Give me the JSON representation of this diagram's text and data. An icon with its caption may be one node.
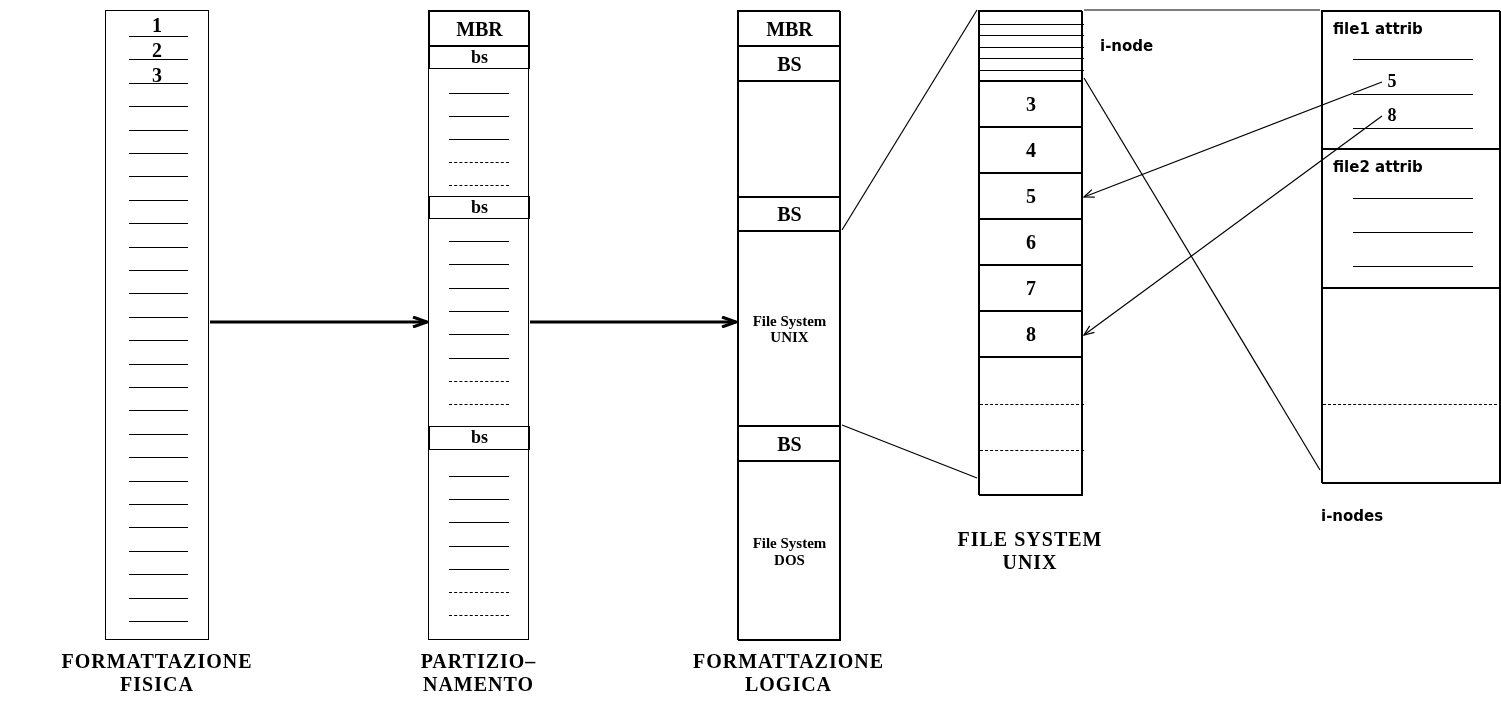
{
  "diagram": {
    "nodes": [
      {
        "text": [
          "1",
          "2",
          "3"
        ],
        "beside": [
          "FORMATTAZIONE FISICA"
        ]
      },
      {
        "text": [],
        "shape": "box",
        "beside": [
          "PARTIZIO– NAMENTO"
        ]
      },
      {
        "text": [
          "MBR"
        ],
        "in": 1
      },
      {
        "text": [
          "bs"
        ],
        "in": 1
      },
      {
        "text": [
          "bs"
        ],
        "in": 1
      },
      {
        "text": [
          "bs"
        ],
        "in": 1
      },
      {
        "text": [],
        "shape": "box",
        "beside": [
          "FORMATTAZIONE LOGICA"
        ]
      },
      {
        "text": [
          "MBR"
        ],
        "in": 6
      },
      {
        "text": [
          "BS"
        ],
        "in": 6
      },
      {
        "text": [],
        "shape": "box",
        "in": 6
      },
      {
        "text": [
          "BS"
        ],
        "in": 6
      },
      {
        "text": [
          "File System UNIX"
        ],
        "in": 6
      },
      {
        "text": [
          "BS"
        ],
        "in": 6
      },
      {
        "text": [
          "File System DOS"
        ],
        "in": 6
      },
      {
        "text": [],
        "shape": "box",
        "beside": [
          "FILE SYSTEM UNIX"
        ]
      },
      {
        "text": [],
        "shape": "box",
        "in": 14,
        "beside": [
          "i-node"
        ]
      },
      {
        "text": [
          "3"
        ],
        "in": 14
      },
      {
        "text": [
          "4"
        ],
        "in": 14
      },
      {
        "text": [
          "5"
        ],
        "in": 14
      },
      {
        "text": [
          "6"
        ],
        "in": 14
      },
      {
        "text": [
          "7"
        ],
        "in": 14
      },
      {
        "text": [
          "8"
        ],
        "in": 14
      },
      {
        "text": [],
        "shape": "box",
        "in": 14
      },
      {
        "text": [],
        "shape": "box",
        "beside": [
          "i-nodes"
        ]
      },
      {
        "text": [
          "file1 attrib"
        ],
        "in": 23
      },
      {
        "text": [
          "5"
        ],
        "in": 24
      },
      {
        "text": [
          "8"
        ],
        "in": 24
      },
      {
        "text": [
          "file2 attrib"
        ],
        "in": 23
      },
      {
        "text": [],
        "shape": "box",
        "in": 23
      }
    ],
    "edges": [
      {
        "from": 0,
        "to": 1,
        "arrow": "to"
      },
      {
        "from": 1,
        "to": 6,
        "arrow": "to"
      },
      {
        "from": 11,
        "to": 14,
        "arrow": "none"
      },
      {
        "from": 11,
        "to": 14,
        "arrow": "none"
      },
      {
        "from": 15,
        "to": 23,
        "arrow": "none"
      },
      {
        "from": 15,
        "to": 23,
        "arrow": "none"
      },
      {
        "from": 25,
        "to": 18,
        "arrow": "to"
      },
      {
        "from": 26,
        "to": 21,
        "arrow": "to"
      }
    ]
  }
}
